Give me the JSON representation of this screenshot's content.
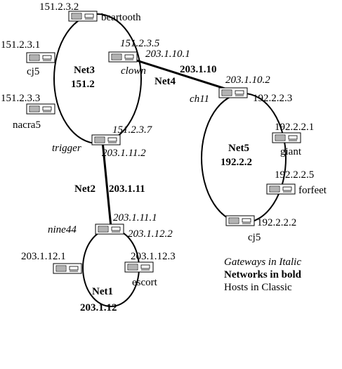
{
  "networks": {
    "net3": {
      "name": "Net3",
      "addr": "151.2"
    },
    "net5": {
      "name": "Net5",
      "addr": "192.2.2"
    },
    "net1": {
      "name": "Net1",
      "addr": "203.1.12"
    }
  },
  "links": {
    "net4": {
      "name": "Net4",
      "addr": "203.1.10"
    },
    "net2": {
      "name": "Net2",
      "addr": "203.1.11"
    }
  },
  "hosts": {
    "beartooth": {
      "name": "beartooth",
      "ip": "151.2.3.2"
    },
    "cj5_net3": {
      "name": "cj5",
      "ip": "151.2.3.1"
    },
    "nacra5": {
      "name": "nacra5",
      "ip": "151.2.3.3"
    },
    "giant": {
      "name": "giant",
      "ip": "192.2.2.1"
    },
    "forfeet": {
      "name": "forfeet",
      "ip": "192.2.2.5"
    },
    "cj5_net5": {
      "name": "cj5",
      "ip": "192.2.2.2"
    },
    "escort": {
      "name": "escort",
      "ip": "203.1.12.3"
    },
    "host_203_1_12_1": {
      "ip": "203.1.12.1"
    }
  },
  "gateways": {
    "clown": {
      "name": "clown",
      "ip_net3": "151.2.3.5",
      "ip_net4": "203.1.10.1"
    },
    "ch11": {
      "name": "ch11",
      "ip_net4": "203.1.10.2",
      "ip_net5": "192.2.2.3"
    },
    "trigger": {
      "name": "trigger",
      "ip_net3": "151.2.3.7",
      "ip_net2": "203.1.11.2"
    },
    "nine44": {
      "name": "nine44",
      "ip_net2": "203.1.11.1",
      "ip_net1": "203.1.12.2"
    }
  },
  "legend": {
    "gateways": "Gateways in Italic",
    "networks": "Networks in bold",
    "hosts": "Hosts in Classic"
  }
}
